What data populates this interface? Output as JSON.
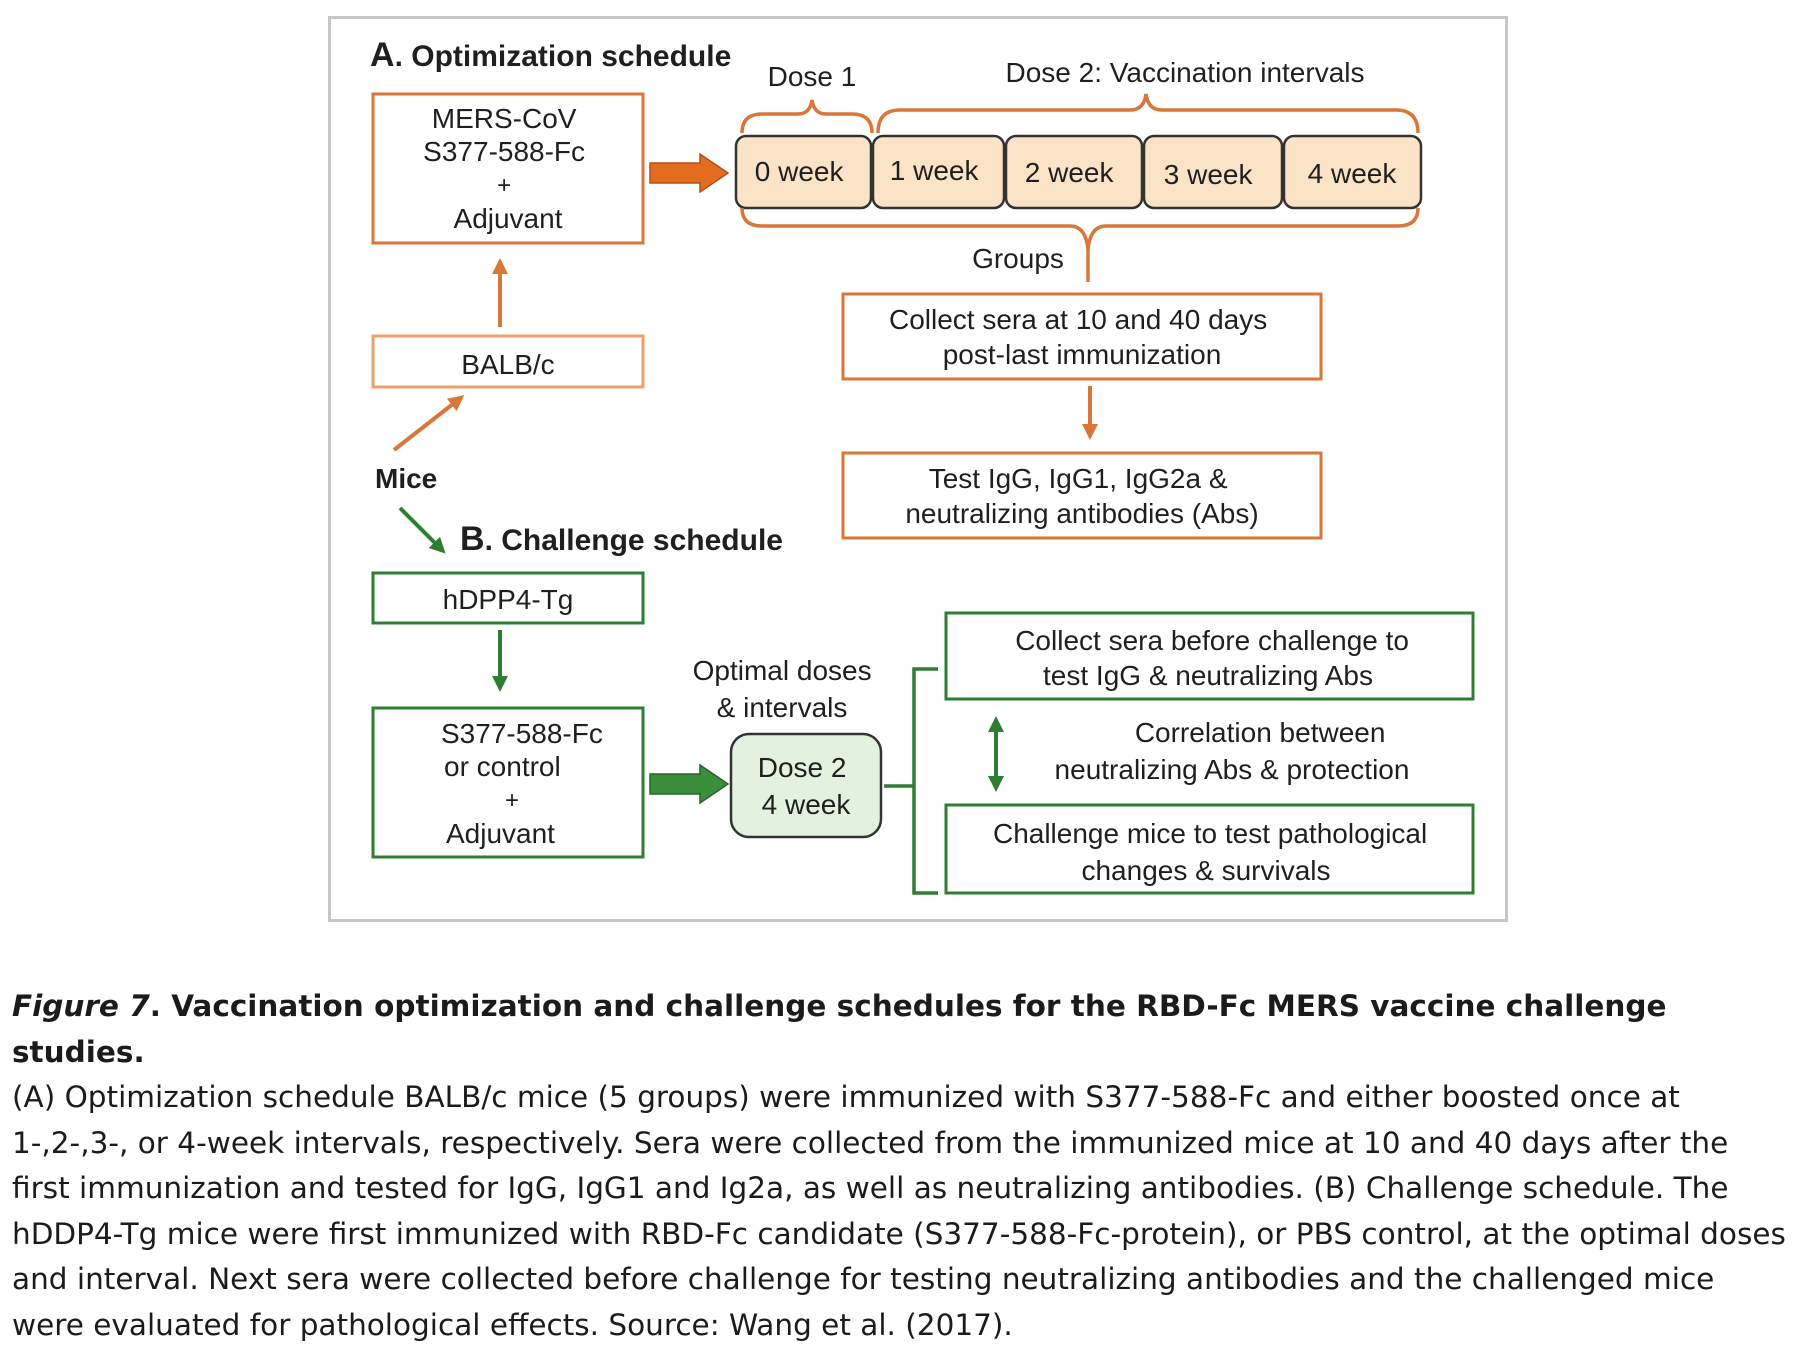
{
  "diagram": {
    "section_a": {
      "letter": "A",
      "title": ". Optimization schedule"
    },
    "section_b": {
      "letter": "B",
      "title": ". Challenge schedule"
    },
    "antigen_box": {
      "lines": [
        "MERS-CoV",
        "S377-588-Fc",
        "+",
        "Adjuvant"
      ]
    },
    "balbc_box": "BALB/c",
    "mice_label": "Mice",
    "dose1_label": "Dose 1",
    "dose2_label": "Dose 2: Vaccination intervals",
    "weeks": [
      "0 week",
      "1 week",
      "2 week",
      "3 week",
      "4 week"
    ],
    "groups_label": "Groups",
    "collect_sera_box": {
      "lines": [
        "Collect sera at 10 and 40 days",
        "post-last immunization"
      ]
    },
    "test_box": {
      "lines": [
        "Test IgG, IgG1, IgG2a &",
        "neutralizing antibodies (Abs)"
      ]
    },
    "hdpp4_box": "hDPP4-Tg",
    "challenge_antigen_box": {
      "lines": [
        "S377-588-Fc",
        "or control",
        "+",
        "Adjuvant"
      ]
    },
    "optimal_label": {
      "lines": [
        "Optimal doses",
        "& intervals"
      ]
    },
    "dose2_box": {
      "lines": [
        "Dose 2",
        "4 week"
      ]
    },
    "collect_before_box": {
      "lines": [
        "Collect sera before challenge to",
        "test IgG & neutralizing Abs"
      ]
    },
    "correlation_label": {
      "lines": [
        "Correlation between",
        "neutralizing Abs & protection"
      ]
    },
    "challenge_box": {
      "lines": [
        "Challenge mice to test pathological",
        "changes & survivals"
      ]
    },
    "colors": {
      "orange": "#d9773a",
      "orange_light": "#eea06a",
      "green": "#2e7d32",
      "week_fill": "#fbe3c8",
      "dose2_fill": "#e3f1df",
      "frame": "#c7c7c7"
    }
  },
  "caption": {
    "figure_label": "Figure 7",
    "title": ". Vaccination optimization and challenge schedules for the RBD-Fc MERS vaccine challenge studies.",
    "body": "(A) Optimization schedule BALB/c mice (5 groups) were immunized with S377-588-Fc and either boosted once at 1-,2-,3-, or 4-week intervals, respectively. Sera were collected from the immunized mice at 10 and 40 days after the first immunization and tested for IgG, IgG1 and Ig2a, as well as neutralizing antibodies. (B) Challenge schedule. The hDDP4-Tg mice were first immunized with RBD-Fc candidate (S377-588-Fc-protein), or PBS control, at the optimal doses and interval. Next sera were collected before challenge for testing neutralizing antibodies and the challenged mice were evaluated for pathological effects. Source: Wang et al. (2017)."
  }
}
